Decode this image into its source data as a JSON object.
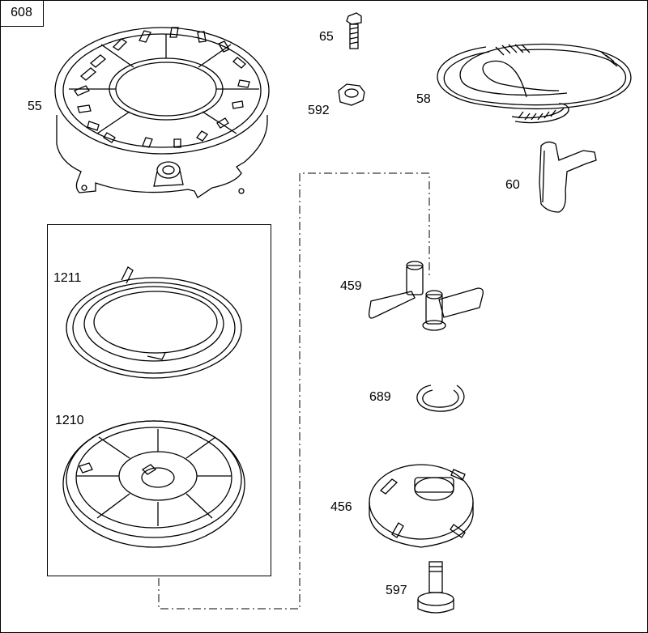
{
  "diagram": {
    "reference_number": "608",
    "callouts": {
      "housing": "55",
      "screw": "65",
      "nut": "592",
      "rope": "58",
      "handle": "60",
      "spring": "1211",
      "pulley": "1210",
      "dog": "459",
      "retainer": "689",
      "cup": "456",
      "bolt": "597"
    }
  }
}
